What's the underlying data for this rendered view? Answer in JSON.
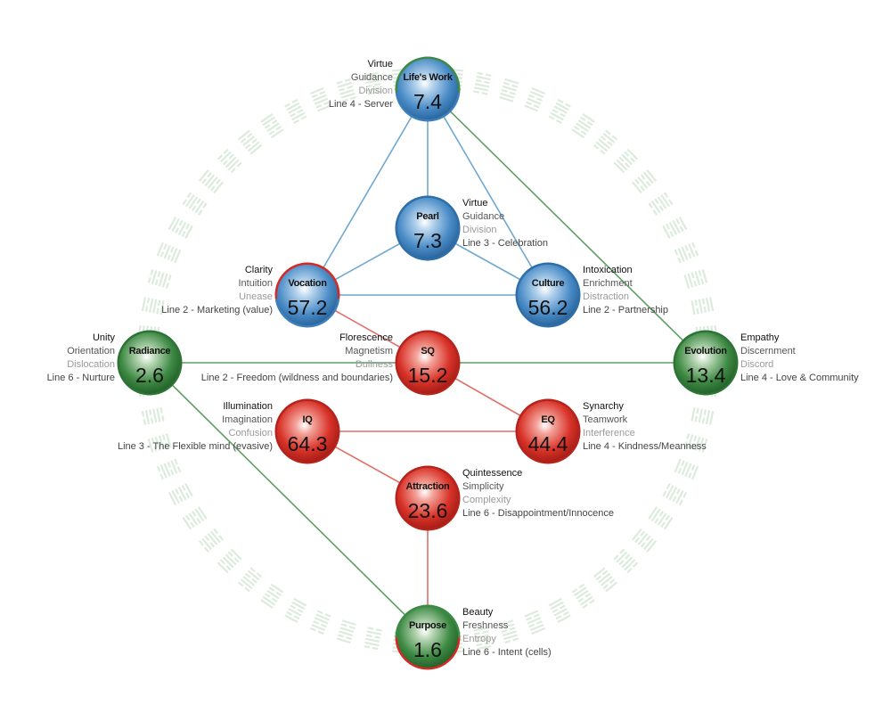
{
  "colors": {
    "blue": "#3d7fbd",
    "red": "#d42a23",
    "green": "#2e7d3a",
    "line_blue": "#6ea8d2",
    "line_red": "#e07068",
    "line_green": "#5f9e63",
    "ring": "#dcebdc"
  },
  "nodes": [
    {
      "id": "lifes-work",
      "name": "Life's Work",
      "value": "7.4",
      "color": "green-blue",
      "labels": {
        "siddhi": "Virtue",
        "gift": "Guidance",
        "shadow": "Division",
        "line": "Line 4 - Server"
      }
    },
    {
      "id": "pearl",
      "name": "Pearl",
      "value": "7.3",
      "color": "blue",
      "labels": {
        "siddhi": "Virtue",
        "gift": "Guidance",
        "shadow": "Division",
        "line": "Line 3 - Celebration"
      }
    },
    {
      "id": "vocation",
      "name": "Vocation",
      "value": "57.2",
      "color": "red-blue",
      "labels": {
        "siddhi": "Clarity",
        "gift": "Intuition",
        "shadow": "Unease",
        "line": "Line 2 - Marketing (value)"
      }
    },
    {
      "id": "culture",
      "name": "Culture",
      "value": "56.2",
      "color": "blue",
      "labels": {
        "siddhi": "Intoxication",
        "gift": "Enrichment",
        "shadow": "Distraction",
        "line": "Line 2 - Partnership"
      }
    },
    {
      "id": "radiance",
      "name": "Radiance",
      "value": "2.6",
      "color": "green",
      "labels": {
        "siddhi": "Unity",
        "gift": "Orientation",
        "shadow": "Dislocation",
        "line": "Line 6 - Nurture"
      }
    },
    {
      "id": "sq",
      "name": "SQ",
      "value": "15.2",
      "color": "red",
      "labels": {
        "siddhi": "Florescence",
        "gift": "Magnetism",
        "shadow": "Dullness",
        "line": "Line 2 - Freedom (wildness and boundaries)"
      }
    },
    {
      "id": "evolution",
      "name": "Evolution",
      "value": "13.4",
      "color": "green",
      "labels": {
        "siddhi": "Empathy",
        "gift": "Discernment",
        "shadow": "Discord",
        "line": "Line 4 - Love & Community"
      }
    },
    {
      "id": "iq",
      "name": "IQ",
      "value": "64.3",
      "color": "red",
      "labels": {
        "siddhi": "Illumination",
        "gift": "Imagination",
        "shadow": "Confusion",
        "line": "Line 3 - The Flexible mind (evasive)"
      }
    },
    {
      "id": "eq",
      "name": "EQ",
      "value": "44.4",
      "color": "red",
      "labels": {
        "siddhi": "Synarchy",
        "gift": "Teamwork",
        "shadow": "Interference",
        "line": "Line 4 - Kindness/Meanness"
      }
    },
    {
      "id": "attraction",
      "name": "Attraction",
      "value": "23.6",
      "color": "red",
      "labels": {
        "siddhi": "Quintessence",
        "gift": "Simplicity",
        "shadow": "Complexity",
        "line": "Line 6 - Disappointment/Innocence"
      }
    },
    {
      "id": "purpose",
      "name": "Purpose",
      "value": "1.6",
      "color": "green-red",
      "labels": {
        "siddhi": "Beauty",
        "gift": "Freshness",
        "shadow": "Entropy",
        "line": "Line 6 - Intent (cells)"
      }
    }
  ],
  "edges": [
    {
      "from": "lifes-work",
      "to": "pearl",
      "color": "blue"
    },
    {
      "from": "lifes-work",
      "to": "vocation",
      "color": "blue"
    },
    {
      "from": "lifes-work",
      "to": "culture",
      "color": "blue"
    },
    {
      "from": "lifes-work",
      "to": "evolution",
      "color": "green"
    },
    {
      "from": "pearl",
      "to": "vocation",
      "color": "blue"
    },
    {
      "from": "pearl",
      "to": "culture",
      "color": "blue"
    },
    {
      "from": "vocation",
      "to": "culture",
      "color": "blue"
    },
    {
      "from": "vocation",
      "to": "sq",
      "color": "red"
    },
    {
      "from": "radiance",
      "to": "sq",
      "color": "green"
    },
    {
      "from": "sq",
      "to": "evolution",
      "color": "green"
    },
    {
      "from": "sq",
      "to": "eq",
      "color": "red"
    },
    {
      "from": "iq",
      "to": "eq",
      "color": "red"
    },
    {
      "from": "iq",
      "to": "attraction",
      "color": "red"
    },
    {
      "from": "attraction",
      "to": "purpose",
      "color": "red"
    },
    {
      "from": "radiance",
      "to": "purpose",
      "color": "green"
    }
  ]
}
